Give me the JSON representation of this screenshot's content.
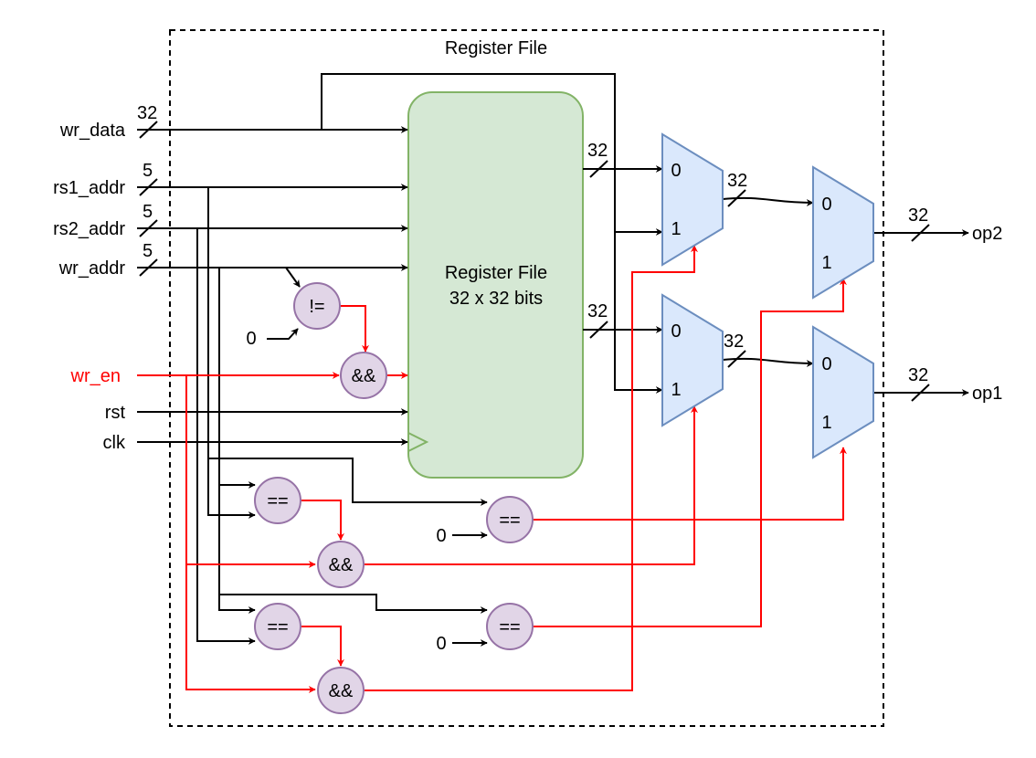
{
  "container": {
    "title": "Register File"
  },
  "register_file": {
    "line1": "Register File",
    "line2": "32 x 32 bits"
  },
  "inputs": {
    "wr_data": "wr_data",
    "rs1_addr": "rs1_addr",
    "rs2_addr": "rs2_addr",
    "wr_addr": "wr_addr",
    "wr_en": "wr_en",
    "rst": "rst",
    "clk": "clk"
  },
  "outputs": {
    "op2": "op2",
    "op1": "op1"
  },
  "bus_widths": {
    "wr_data": "32",
    "rs1_addr": "5",
    "rs2_addr": "5",
    "wr_addr": "5",
    "rf_out_top": "32",
    "rf_out_bottom": "32",
    "mux_a_out": "32",
    "mux_b_out": "32",
    "op2": "32",
    "op1": "32"
  },
  "gates": {
    "neq": "!=",
    "and_main": "&&",
    "eq_rs1_wr": "==",
    "and_fwd_1": "&&",
    "eq_rs1_zero": "==",
    "eq_rs2_wr": "==",
    "and_fwd_2": "&&",
    "eq_rs2_zero": "=="
  },
  "constants": {
    "zero_neq": "0",
    "zero_rs1": "0",
    "zero_rs2": "0"
  },
  "muxes": {
    "mux_a": {
      "in0": "0",
      "in1": "1"
    },
    "mux_b": {
      "in0": "0",
      "in1": "1"
    },
    "mux_c": {
      "in0": "0",
      "in1": "1"
    },
    "mux_d": {
      "in0": "0",
      "in1": "1"
    }
  },
  "colors": {
    "register_file_fill": "#d5e8d4",
    "register_file_stroke": "#82b366",
    "gate_fill": "#e1d5e7",
    "gate_stroke": "#9673a6",
    "mux_fill": "#dae8fc",
    "mux_stroke": "#6c8ebf",
    "control_wire": "#ff0000",
    "data_wire": "#000000"
  }
}
